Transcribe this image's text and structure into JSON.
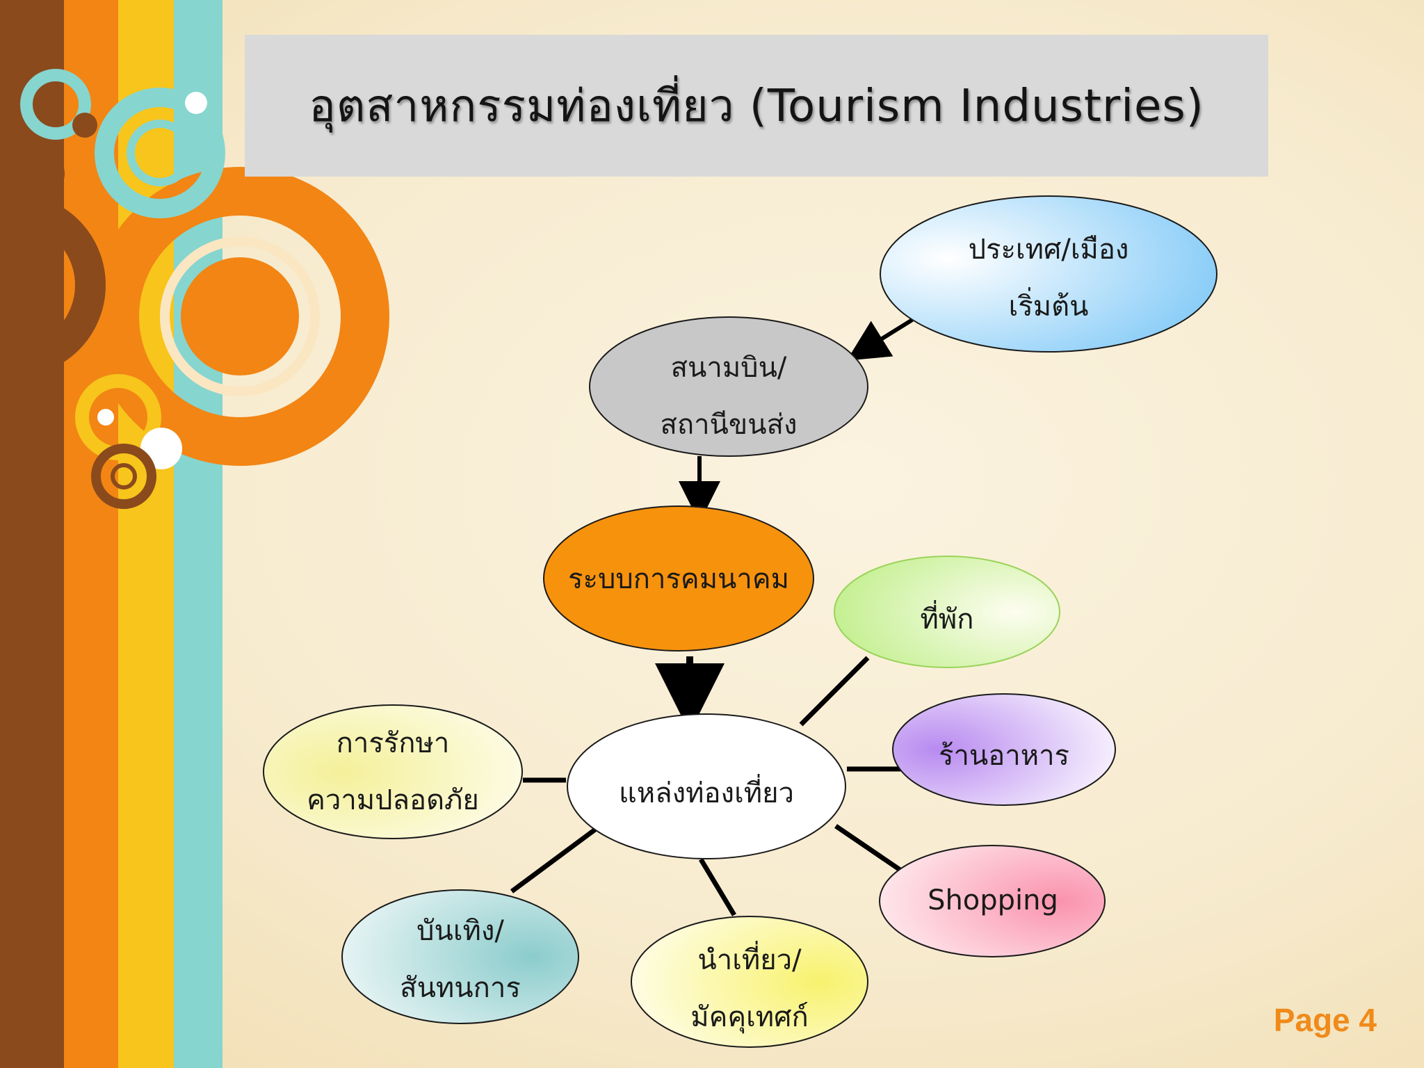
{
  "slide": {
    "title": "อุตสาหกรรมท่องเที่ยว (Tourism Industries)",
    "page_label": "Page 4"
  },
  "diagram": {
    "nodes": {
      "origin": {
        "lines": [
          "ประเทศ/เมือง",
          "เริ่มต้น"
        ],
        "color": "#8fd0f8"
      },
      "airport": {
        "lines": [
          "สนามบิน/",
          "สถานีขนส่ง"
        ],
        "color": "#c8c8c8"
      },
      "transport": {
        "lines": [
          "ระบบการคมนาคม"
        ],
        "color": "#f7920d"
      },
      "attraction": {
        "lines": [
          "แหล่งท่องเที่ยว"
        ],
        "color": "#ffffff"
      },
      "accommodation": {
        "lines": [
          "ที่พัก"
        ],
        "color": "#c5ef94"
      },
      "restaurant": {
        "lines": [
          "ร้านอาหาร"
        ],
        "color": "#c39af0"
      },
      "shopping": {
        "lines": [
          "Shopping"
        ],
        "color": "#fca6bf"
      },
      "guide": {
        "lines": [
          "นำเที่ยว/",
          "มัคคุเทศก์"
        ],
        "color": "#fbf58c"
      },
      "entertainment": {
        "lines": [
          "บันเทิง/",
          "สันทนการ"
        ],
        "color": "#9ed4d4"
      },
      "safety": {
        "lines": [
          "การรักษา",
          "ความปลอดภัย"
        ],
        "color": "#f3f0a0"
      }
    }
  },
  "decoration": {
    "stripe_colors": [
      "#8a4a1c",
      "#f28514",
      "#f7c51c",
      "#86d5cf"
    ],
    "circle_colors": [
      "#f28514",
      "#86d5cf",
      "#f7c51c",
      "#8a4a1c"
    ]
  }
}
